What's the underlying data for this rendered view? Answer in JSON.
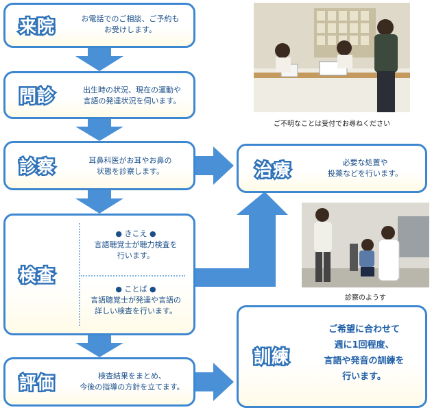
{
  "steps": {
    "raiin": {
      "label": "来院",
      "text1": "お電話でのご相談、ご予約も",
      "text2": "お受けします。"
    },
    "monshin": {
      "label": "問診",
      "text1": "出生時の状況、現在の運動や",
      "text2": "言語の発達状況を伺います。"
    },
    "shinsatsu": {
      "label": "診察",
      "text1": "耳鼻科医がお耳やお鼻の",
      "text2": "状態を診察します。"
    },
    "kensa": {
      "label": "検査",
      "kikoe_title": "● きこえ ●",
      "kikoe_text1": "言語聴覚士が聴力検査を",
      "kikoe_text2": "行います。",
      "kotoba_title": "● ことば ●",
      "kotoba_text1": "言語聴覚士が発達や言語の",
      "kotoba_text2": "詳しい検査を行います。"
    },
    "hyoka": {
      "label": "評価",
      "text1": "検査結果をまとめ、",
      "text2": "今後の指導の方針を立てます。"
    },
    "chiryo": {
      "label": "治療",
      "text1": "必要な処置や",
      "text2": "投薬などを行います。"
    },
    "kunren": {
      "label": "訓練",
      "text1": "ご希望に合わせて",
      "text2": "週に1回程度、",
      "text3": "言語や発音の訓練を",
      "text4": "行います。"
    }
  },
  "photos": {
    "reception_caption": "ご不明なことは受付でお尋ねください",
    "exam_caption": "診察のようす"
  },
  "colors": {
    "border": "#3d86d0",
    "arrow": "#4a90d6",
    "text": "#1a4f8a",
    "highlight": "#ffe98a"
  }
}
